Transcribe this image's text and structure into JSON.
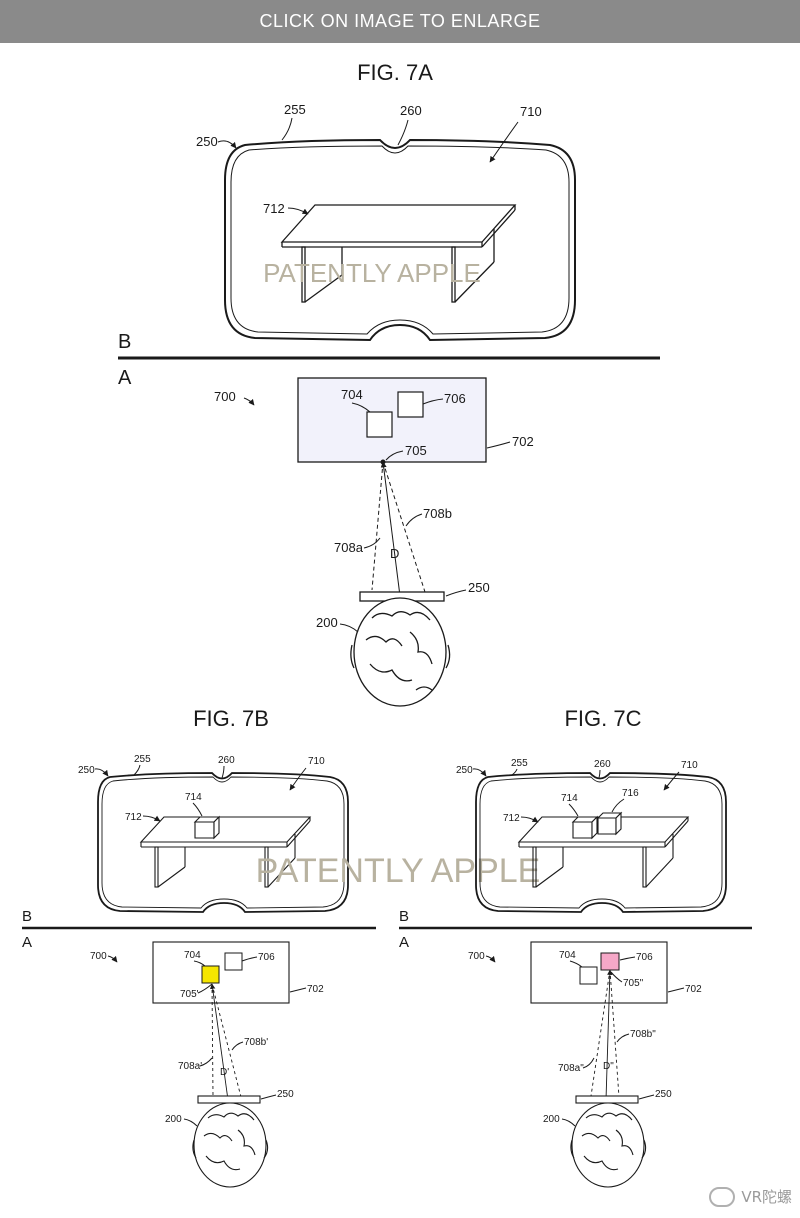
{
  "banner": {
    "text": "CLICK ON IMAGE TO ENLARGE"
  },
  "fig7a": {
    "title": "FIG. 7A",
    "labels": {
      "l250": "250",
      "l255": "255",
      "l260": "260",
      "l710": "710",
      "l712": "712",
      "b": "B",
      "a": "A",
      "l700": "700",
      "l704": "704",
      "l706": "706",
      "l705": "705",
      "l702": "702",
      "l708b": "708b",
      "l708a": "708a",
      "d": "D",
      "l250b": "250",
      "l200": "200"
    },
    "watermark": "PATENTLY APPLE"
  },
  "fig7b": {
    "title": "FIG. 7B",
    "labels": {
      "l250": "250",
      "l255": "255",
      "l260": "260",
      "l710": "710",
      "l712": "712",
      "l714": "714",
      "b": "B",
      "a": "A",
      "l700": "700",
      "l704": "704",
      "l706": "706",
      "l705": "705'",
      "l702": "702",
      "l708b": "708b'",
      "l708a": "708a'",
      "d": "D'",
      "l250b": "250",
      "l200": "200"
    },
    "highlight_color": "#f5e600"
  },
  "fig7c": {
    "title": "FIG. 7C",
    "labels": {
      "l250": "250",
      "l255": "255",
      "l260": "260",
      "l710": "710",
      "l712": "712",
      "l714": "714",
      "l716": "716",
      "b": "B",
      "a": "A",
      "l700": "700",
      "l704": "704",
      "l706": "706",
      "l705": "705\"",
      "l702": "702",
      "l708b": "708b\"",
      "l708a": "708a\"",
      "d": "D\"",
      "l250b": "250",
      "l200": "200"
    },
    "highlight_color": "#f6a8c8"
  },
  "bottom_watermark": "PATENTLY APPLE",
  "credit": {
    "text": "VR陀螺",
    "icon": "wechat-icon"
  }
}
